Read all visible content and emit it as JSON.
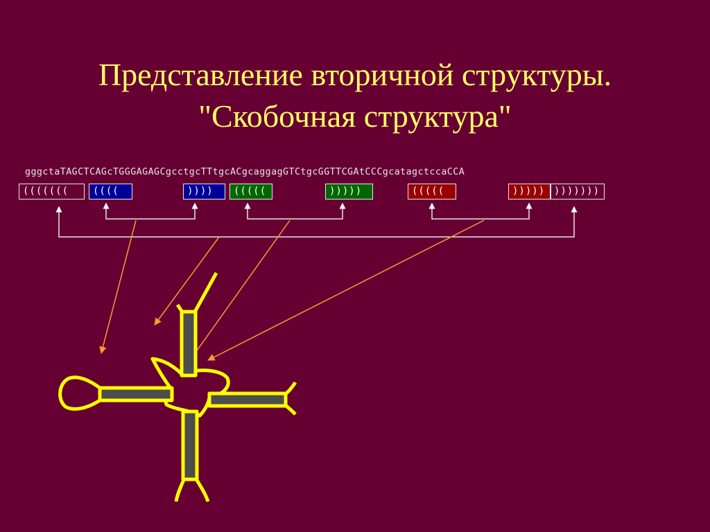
{
  "slide": {
    "title_line1": "Представление вторичной структуры.",
    "title_line2": "\"Скобочная структура\""
  },
  "sequence": "gggctaTAGCTCAGcTGGGAGAGCgcctgcTTtgcACgcaggagGTCtgcGGTTCGAtCCCgcatagctccaCCA",
  "brackets": {
    "acceptor_open": "(((((((",
    "d_open": "((((",
    "d_close": "))))",
    "anticodon_open": "(((((",
    "anticodon_close": ")))))",
    "t_open": "(((((",
    "t_close": ")))))",
    "acceptor_close": ")))))))"
  },
  "colors": {
    "background": "#660033",
    "title": "#ffff66",
    "d_stem": "#000099",
    "anticodon_stem": "#006600",
    "t_stem": "#990000",
    "arrows": "#ff9933",
    "outline": "#ffff00",
    "stem_fill": "#4d4d4d"
  }
}
